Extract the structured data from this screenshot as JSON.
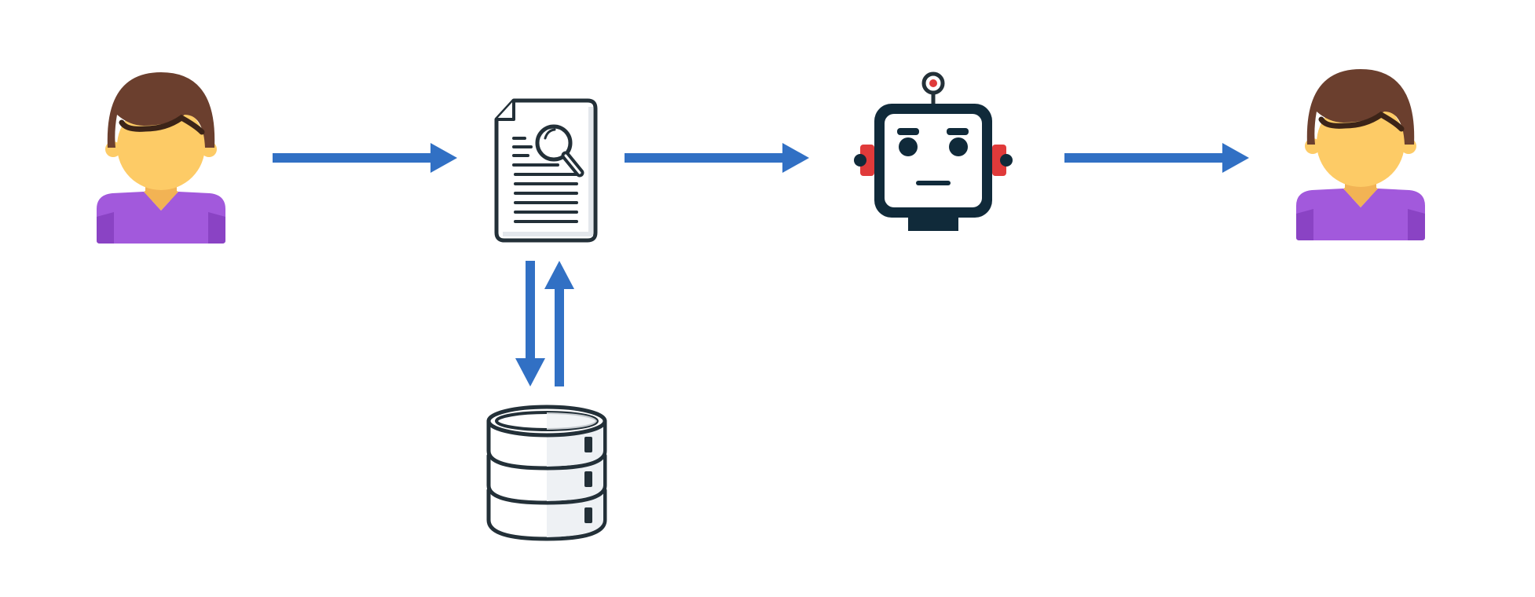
{
  "diagram": {
    "nodes": [
      {
        "id": "user-input",
        "icon": "user-icon"
      },
      {
        "id": "document-search",
        "icon": "document-search-icon"
      },
      {
        "id": "robot",
        "icon": "robot-icon"
      },
      {
        "id": "user-output",
        "icon": "user-icon"
      },
      {
        "id": "database",
        "icon": "database-icon"
      }
    ],
    "edges": [
      {
        "from": "user-input",
        "to": "document-search"
      },
      {
        "from": "document-search",
        "to": "robot"
      },
      {
        "from": "robot",
        "to": "user-output"
      },
      {
        "from": "document-search",
        "to": "database"
      },
      {
        "from": "database",
        "to": "document-search"
      }
    ]
  },
  "colors": {
    "arrow": "#3170c4",
    "outline": "#233038",
    "skin": "#fdcb66",
    "skin_shadow": "#f2b354",
    "hair": "#6b3f2e",
    "shirt": "#a259dc",
    "shirt_shadow": "#8a43c4",
    "robot_ear": "#e03a3a",
    "robot_dark": "#102a3a",
    "db_fill": "#eef1f4"
  }
}
